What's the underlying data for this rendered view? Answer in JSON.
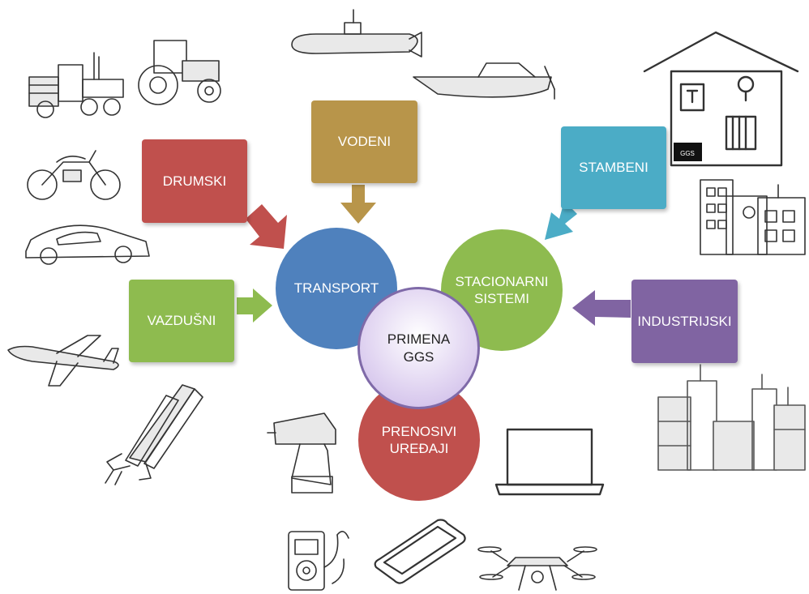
{
  "colors": {
    "red": "#c0504d",
    "gold": "#b8954a",
    "teal": "#4bacc6",
    "green": "#8ebb4f",
    "purple": "#8064a2",
    "blue": "#4f81bd",
    "center": "#e2d6f2"
  },
  "center": {
    "line1": "PRIMENA",
    "line2": "GGS"
  },
  "hubs": {
    "transport": "TRANSPORT",
    "stationary_line1": "STACIONARNI",
    "stationary_line2": "SISTEMI",
    "portable_line1": "PRENOSIVI",
    "portable_line2": "UREĐAJI"
  },
  "categories": {
    "road": "DRUMSKI",
    "water": "VODENI",
    "air": "VAZDUŠNI",
    "residential": "STAMBENI",
    "industrial": "INDUSTRIJSKI"
  },
  "house_label": "GGS",
  "icons": [
    "truck-icon",
    "tractor-icon",
    "motorcycle-icon",
    "car-icon",
    "airplane-icon",
    "space-shuttle-icon",
    "submarine-icon",
    "boat-icon",
    "house-icon",
    "buildings-icon",
    "factory-icon",
    "drill-icon",
    "laptop-icon",
    "music-player-icon",
    "smartphone-icon",
    "drone-icon"
  ]
}
